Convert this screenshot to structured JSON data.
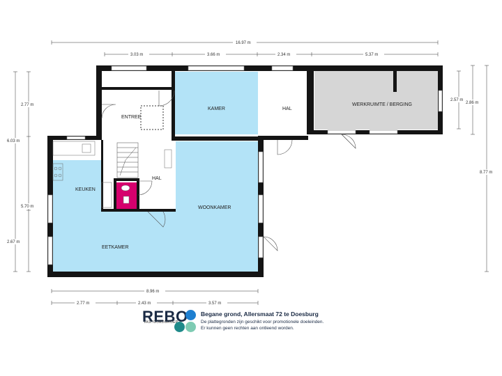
{
  "brand": {
    "name": "REBO",
    "subtitle": "VASTGOEDGROEP",
    "colors": {
      "blue": "#1e7fd0",
      "teal": "#1f8a8a",
      "green": "#7ecbb3",
      "navy": "#1a2a44"
    }
  },
  "caption": {
    "title": "Begane grond, Allersmaat 72 te Doesburg",
    "line1": "De plattegronden zijn geschikt voor promotionele doeleinden.",
    "line2": "Er kunnen geen rechten aan ontleend worden."
  },
  "rooms": {
    "entree": "ENTREE",
    "kamer": "KAMER",
    "hal_top": "HAL",
    "werkruimte": "WERKRUIMTE / BERGING",
    "keuken": "KEUKEN",
    "hal_mid": "HAL",
    "woonkamer": "WOONKAMER",
    "eetkamer": "EETKAMER"
  },
  "dimensions": {
    "total_top": "16.97 m",
    "top_1": "3.03 m",
    "top_2": "3.66 m",
    "top_3": "2.34 m",
    "top_4": "5.37 m",
    "left_outer": "6.03 m",
    "left_a": "2.77 m",
    "left_b": "5.70 m",
    "left_c": "2.67 m",
    "right_a": "2.57 m",
    "right_b": "2.86 m",
    "right_total": "8.77 m",
    "bottom_total": "8.96 m",
    "bottom_1": "2.77 m",
    "bottom_2": "2.43 m",
    "bottom_3": "3.57 m"
  },
  "colors": {
    "room_blue": "#b3e3f7",
    "room_grey": "#d6d6d6",
    "wall": "#141414",
    "toilet": "#d6006d"
  }
}
